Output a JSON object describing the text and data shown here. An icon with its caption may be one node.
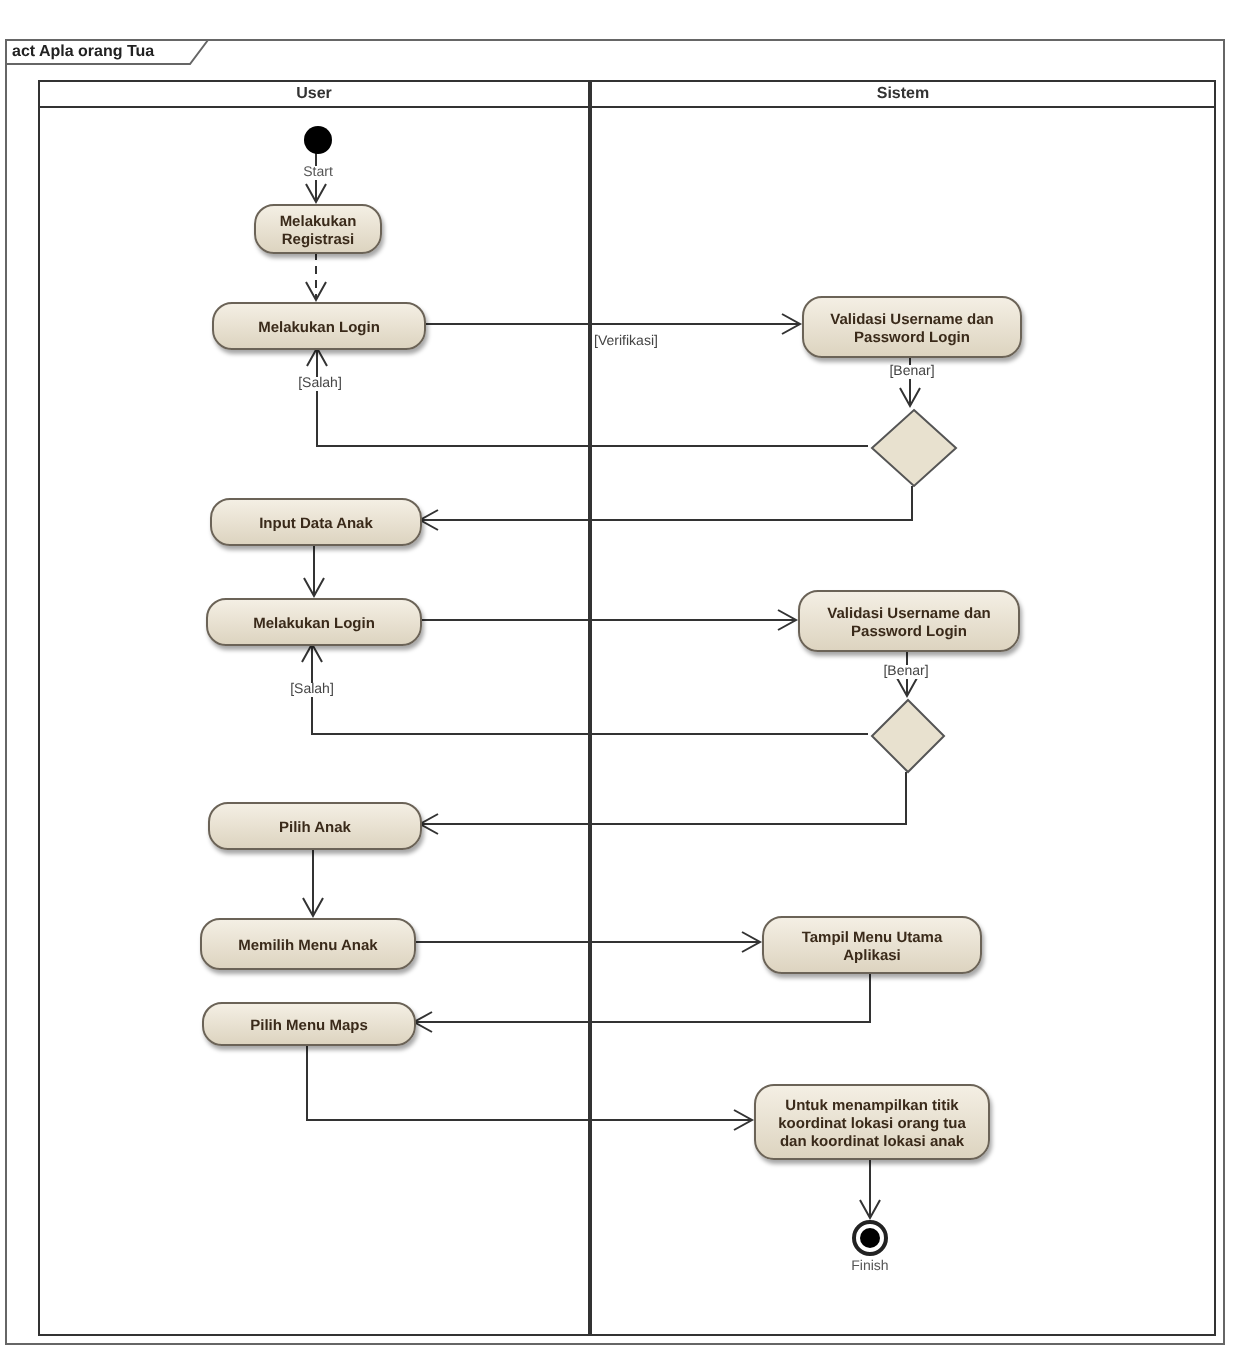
{
  "diagram": {
    "title": "act Apla orang Tua",
    "nodes": [
      {
        "text": [
          "User"
        ]
      },
      {
        "text": [
          "Sistem"
        ]
      },
      {
        "text": [],
        "shape": "circle",
        "in": 0,
        "beside": [
          "Start"
        ]
      },
      {
        "text": [
          "Melakukan Registrasi"
        ],
        "in": 0
      },
      {
        "text": [
          "Melakukan Login"
        ],
        "in": 0
      },
      {
        "text": [
          "Validasi Username dan Password Login"
        ],
        "in": 1
      },
      {
        "text": [],
        "shape": "diamond",
        "in": 1
      },
      {
        "text": [
          "Input Data Anak"
        ],
        "in": 0
      },
      {
        "text": [
          "Melakukan Login"
        ],
        "in": 0
      },
      {
        "text": [
          "Validasi Username dan Password Login"
        ],
        "in": 1
      },
      {
        "text": [],
        "shape": "diamond",
        "in": 1
      },
      {
        "text": [
          "Pilih Anak"
        ],
        "in": 0
      },
      {
        "text": [
          "Memilih Menu Anak"
        ],
        "in": 0
      },
      {
        "text": [
          "Tampil Menu Utama Aplikasi"
        ],
        "in": 1
      },
      {
        "text": [
          "Pilih Menu Maps"
        ],
        "in": 0
      },
      {
        "text": [
          "Untuk menampilkan titik koordinat lokasi orang tua dan koordinat lokasi anak"
        ],
        "in": 1
      },
      {
        "text": [],
        "shape": "circle",
        "in": 1,
        "beside": [
          "Finish"
        ]
      }
    ],
    "edges": [
      {
        "from": 2,
        "to": 3,
        "arrow": "to"
      },
      {
        "from": 3,
        "to": 4,
        "arrow": "to",
        "style": "dashed"
      },
      {
        "from": 4,
        "to": 5,
        "arrow": "to",
        "label": "[Verifikasi]"
      },
      {
        "from": 5,
        "to": 6,
        "arrow": "to",
        "label": "[Benar]"
      },
      {
        "from": 6,
        "to": 4,
        "arrow": "to",
        "label": "[Salah]"
      },
      {
        "from": 6,
        "to": 7,
        "arrow": "to"
      },
      {
        "from": 7,
        "to": 8,
        "arrow": "to"
      },
      {
        "from": 8,
        "to": 9,
        "arrow": "to"
      },
      {
        "from": 9,
        "to": 10,
        "arrow": "to",
        "label": "[Benar]"
      },
      {
        "from": 10,
        "to": 8,
        "arrow": "to",
        "label": "[Salah]"
      },
      {
        "from": 10,
        "to": 11,
        "arrow": "to"
      },
      {
        "from": 11,
        "to": 12,
        "arrow": "to"
      },
      {
        "from": 12,
        "to": 13,
        "arrow": "to"
      },
      {
        "from": 13,
        "to": 14,
        "arrow": "to"
      },
      {
        "from": 14,
        "to": 15,
        "arrow": "to"
      },
      {
        "from": 15,
        "to": 16,
        "arrow": "to"
      }
    ]
  }
}
